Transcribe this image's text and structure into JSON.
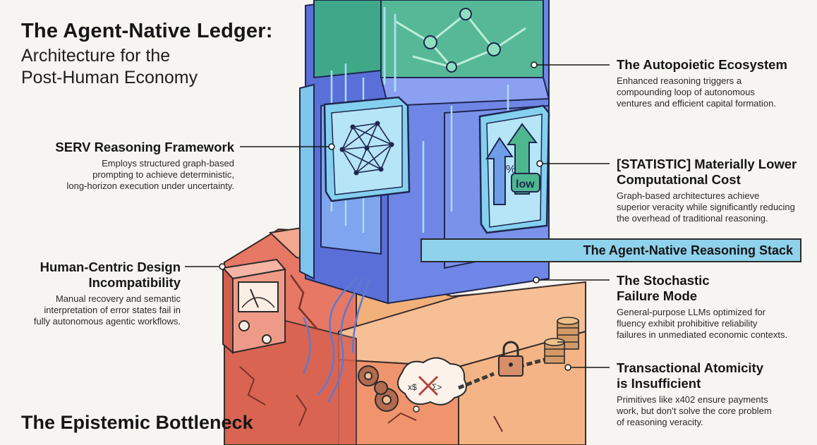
{
  "title": "The Agent-Native Ledger:",
  "subtitle_lines": [
    "Architecture for the",
    "Post-Human Economy"
  ],
  "bottom_title": "The Epistemic Bottleneck",
  "banner": "The Agent-Native Reasoning Stack",
  "icon_texts": {
    "percent": "%",
    "low": "low",
    "symbols_left": "x$",
    "symbols_right": "Σ>"
  },
  "callouts": {
    "autopoietic": {
      "heading_lines": [
        "The Autopoietic Ecosystem"
      ],
      "body_lines": [
        "Enhanced reasoning triggers a",
        "compounding loop of autonomous",
        "ventures and efficient capital formation."
      ]
    },
    "serv": {
      "heading_lines": [
        "SERV Reasoning Framework"
      ],
      "body_lines": [
        "Employs structured graph-based",
        "prompting to achieve deterministic,",
        "long-horizon execution under uncertainty."
      ]
    },
    "statistic": {
      "heading_lines": [
        "[STATISTIC] Materially Lower",
        "Computational Cost"
      ],
      "body_lines": [
        "Graph-based architectures achieve",
        "superior veracity while significantly reducing",
        "the overhead of traditional reasoning."
      ]
    },
    "human": {
      "heading_lines": [
        "Human-Centric Design",
        "Incompatibility"
      ],
      "body_lines": [
        "Manual recovery and semantic",
        "interpretation of error states fail in",
        "fully autonomous agentic workflows."
      ]
    },
    "stochastic": {
      "heading_lines": [
        "The Stochastic",
        "Failure Mode"
      ],
      "body_lines": [
        "General-purpose LLMs optimized for",
        "fluency exhibit prohibitive reliability",
        "failures in unmediated economic contexts."
      ]
    },
    "atomicity": {
      "heading_lines": [
        "Transactional Atomicity",
        "is Insufficient"
      ],
      "body_lines": [
        "Primitives like x402 ensure payments",
        "work, but don’t solve the core problem",
        "of reasoning veracity."
      ]
    }
  },
  "colors": {
    "tower_front": "#6f86e6",
    "tower_side": "#5a6fd8",
    "tower_light": "#93d3ef",
    "garden": "#3fa889",
    "base_top": "#f3a98f",
    "base_front": "#e67865",
    "base_side": "#f2b07a",
    "banner": "#8fd2ec"
  }
}
